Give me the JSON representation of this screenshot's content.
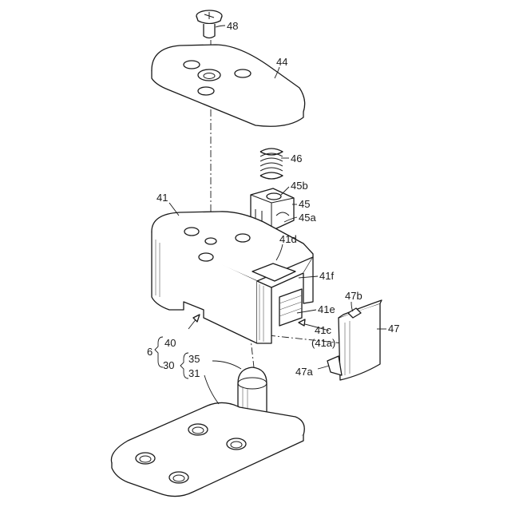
{
  "labels": {
    "l48": "48",
    "l44": "44",
    "l46": "46",
    "l45b": "45b",
    "l45": "45",
    "l45a": "45a",
    "l41": "41",
    "l41d": "41d",
    "l41f": "41f",
    "l47b": "47b",
    "l41e": "41e",
    "l47": "47",
    "l41c": "41c",
    "l41a": "(41a)",
    "l47a": "47a",
    "l40": "40",
    "l6": "6",
    "l35": "35",
    "l30": "30",
    "l31": "31"
  }
}
